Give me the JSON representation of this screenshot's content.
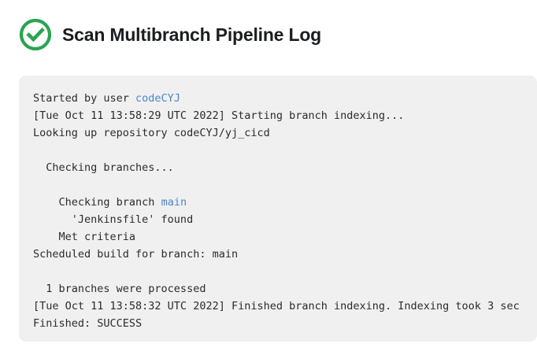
{
  "header": {
    "title": "Scan Multibranch Pipeline Log",
    "status_icon": "success-check-circle-icon",
    "status_color": "#2aa44f"
  },
  "colors": {
    "page_background": "#ffffff",
    "panel_background": "#f0f0f0",
    "log_text": "#2b2b2b",
    "link": "#4a86c8",
    "title": "#1c1d22"
  },
  "log": {
    "lines": [
      {
        "type": "text",
        "text": "Started by user "
      },
      {
        "type": "text",
        "text": "[Tue Oct 11 13:58:29 UTC 2022] Starting branch indexing..."
      },
      {
        "type": "text",
        "text": "Looking up repository codeCYJ/yj_cicd"
      },
      {
        "type": "blank",
        "text": ""
      },
      {
        "type": "text",
        "text": "  Checking branches..."
      },
      {
        "type": "blank",
        "text": ""
      },
      {
        "type": "text",
        "text": "    Checking branch "
      },
      {
        "type": "text",
        "text": "      'Jenkinsfile' found"
      },
      {
        "type": "text",
        "text": "    Met criteria"
      },
      {
        "type": "text",
        "text": "Scheduled build for branch: main"
      },
      {
        "type": "blank",
        "text": ""
      },
      {
        "type": "text",
        "text": "  1 branches were processed"
      },
      {
        "type": "text",
        "text": "[Tue Oct 11 13:58:32 UTC 2022] Finished branch indexing. Indexing took 3 sec"
      },
      {
        "type": "text",
        "text": "Finished: SUCCESS"
      }
    ],
    "links": {
      "user": "codeCYJ",
      "branch": "main"
    }
  }
}
